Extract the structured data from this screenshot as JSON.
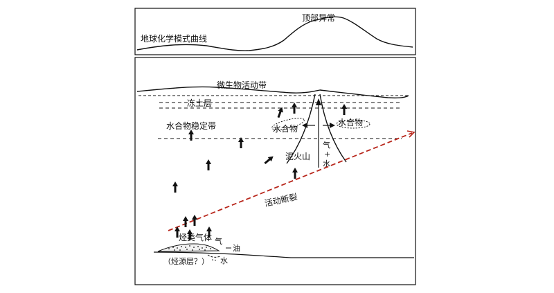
{
  "labels": {
    "geochem_curve": "地球化学模式曲线",
    "top_anomaly": "顶部异常",
    "microbe_zone": "微生物活动带",
    "permafrost": "冻土层",
    "hydrate_stable_zone": "水合物稳定带",
    "hydrate_left": "水合物",
    "hydrate_right": "水合物",
    "mud_volcano": "泥火山",
    "gas_plus_water_gas": "气",
    "gas_plus_water_plus": "+",
    "gas_plus_water_water": "水",
    "active_fault": "活动断裂",
    "hydrocarbon_gas": "烃类气体",
    "gas": "气",
    "oil": "油",
    "source_layer": "（烃源层？）",
    "water": "水"
  },
  "colors": {
    "line": "#111111",
    "fault": "#b8261b",
    "background": "#ffffff"
  }
}
